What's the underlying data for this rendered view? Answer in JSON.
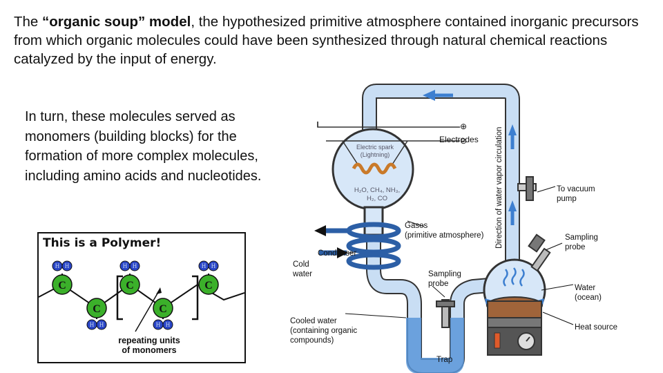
{
  "intro": {
    "pre": "The ",
    "bold": "“organic soup” model",
    "rest": ", the hypothesized primitive atmosphere  contained inorganic precursors from which organic molecules could have been synthesized through natural chemical reactions catalyzed by the input of energy."
  },
  "turn_text": "In turn, these molecules served as monomers (building blocks) for the formation of more complex molecules, including amino acids and nucleotides.",
  "polymer": {
    "title": "This is a Polymer!",
    "caption_line1": "repeating units",
    "caption_line2": "of monomers",
    "carbon_label": "C",
    "hydrogen_label": "H"
  },
  "diagram": {
    "electrodes": "Electrodes",
    "plus": "⊕",
    "minus": "⊖",
    "spark_line1": "Electric spark",
    "spark_line2": "(Lightning)",
    "gas_line1": "H₂O, CH₄, NH₃,",
    "gas_line2": "H₂, CO",
    "vapor_label": "Direction of water vapor circulation",
    "vacuum_line1": "To vacuum",
    "vacuum_line2": "pump",
    "gases_line1": "Gases",
    "gases_line2": "(primitive atmosphere)",
    "condenser": "Condenser",
    "cold_line1": "Cold",
    "cold_line2": "water",
    "sampling_right_line1": "Sampling",
    "sampling_right_line2": "probe",
    "sampling_mid_line1": "Sampling",
    "sampling_mid_line2": "probe",
    "water_line1": "Water",
    "water_line2": "(ocean)",
    "cooled_line1": "Cooled water",
    "cooled_line2": "(containing organic",
    "cooled_line3": "compounds)",
    "heat": "Heat source",
    "trap": "Trap"
  }
}
